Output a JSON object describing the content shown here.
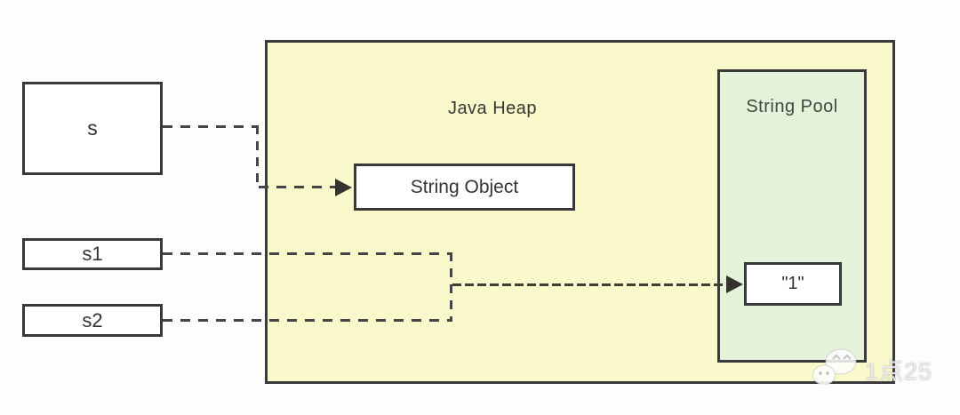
{
  "diagram": {
    "refs": [
      {
        "label": "s"
      },
      {
        "label": "s1"
      },
      {
        "label": "s2"
      }
    ],
    "heap": {
      "title": "Java Heap",
      "bg_color": "#f9f9cb",
      "border_color": "#3a3a3a"
    },
    "pool": {
      "title": "String Pool",
      "bg_color": "#e4f2da",
      "border_color": "#3a3a3a"
    },
    "nodes": {
      "string_object": {
        "label": "String Object"
      },
      "pool_value": {
        "label": "\"1\""
      }
    },
    "edges": [
      {
        "from": "s",
        "to": "String Object",
        "style": "dashed-arrow"
      },
      {
        "from": "s1",
        "to": "\"1\"",
        "style": "dashed-arrow"
      },
      {
        "from": "s2",
        "to": "\"1\"",
        "style": "dashed-arrow"
      }
    ],
    "watermark": {
      "icon": "wechat-icon",
      "text": "1点25"
    },
    "colors": {
      "canvas_bg": "#fdfdfd",
      "line": "#454545",
      "text": "#333333"
    }
  }
}
